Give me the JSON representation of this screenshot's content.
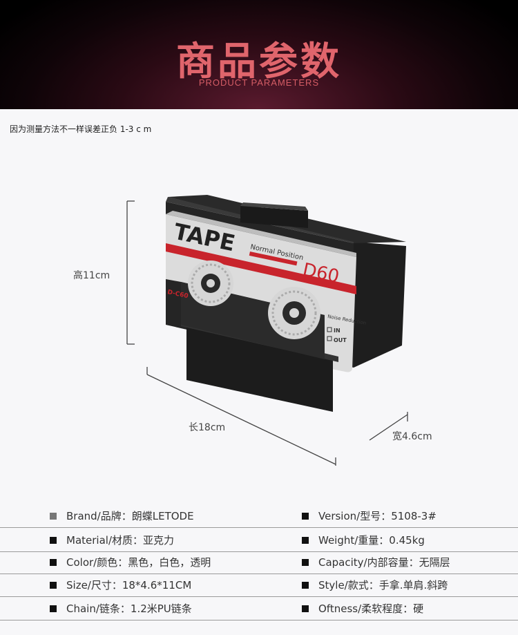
{
  "banner": {
    "title": "商品参数",
    "subtitle": "PRODUCT PARAMETERS"
  },
  "note": "因为测量方法不一样误差正负 1-3 c m",
  "dimensions": {
    "height": "高11cm",
    "length": "长18cm",
    "width": "宽4.6cm"
  },
  "cassette": {
    "tape_label": "TAPE",
    "normal_position": "Normal Position",
    "model": "D60",
    "side_label": "D-C60",
    "noise_reduction": "Noise\nReduction",
    "in_label": "IN",
    "out_label": "OUT"
  },
  "params": [
    {
      "left": "Brand/品牌：朗蝶LETODE",
      "right": "Version/型号：5108-3#"
    },
    {
      "left": "Material/材质：亚克力",
      "right": "Weight/重量：0.45kg"
    },
    {
      "left": "Color/颜色：黑色，白色，透明",
      "right": "Capacity/内部容量：无隔层"
    },
    {
      "left": "Size/尺寸：18*4.6*11CM",
      "right": "Style/款式：手拿.单肩.斜跨"
    },
    {
      "left": "Chain/链条：1.2米PU链条",
      "right": "Oftness/柔软程度：硬"
    }
  ]
}
